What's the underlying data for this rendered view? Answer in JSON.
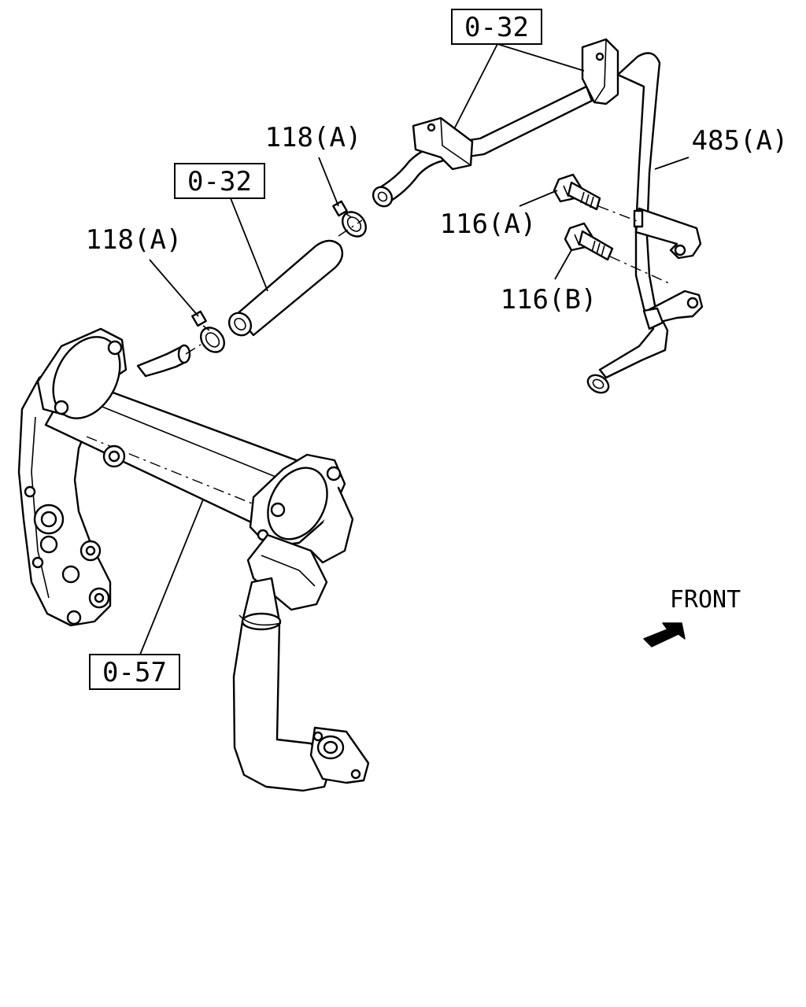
{
  "labels": {
    "ref_top": "0-32",
    "ref_mid": "0-32",
    "ref_bottom": "0-57",
    "clamp_upper": "118(A)",
    "clamp_lower": "118(A)",
    "pipe": "485(A)",
    "bolt_a": "116(A)",
    "bolt_b": "116(B)",
    "front": "FRONT"
  },
  "icons": {
    "front_arrow": "front-arrow-icon"
  }
}
